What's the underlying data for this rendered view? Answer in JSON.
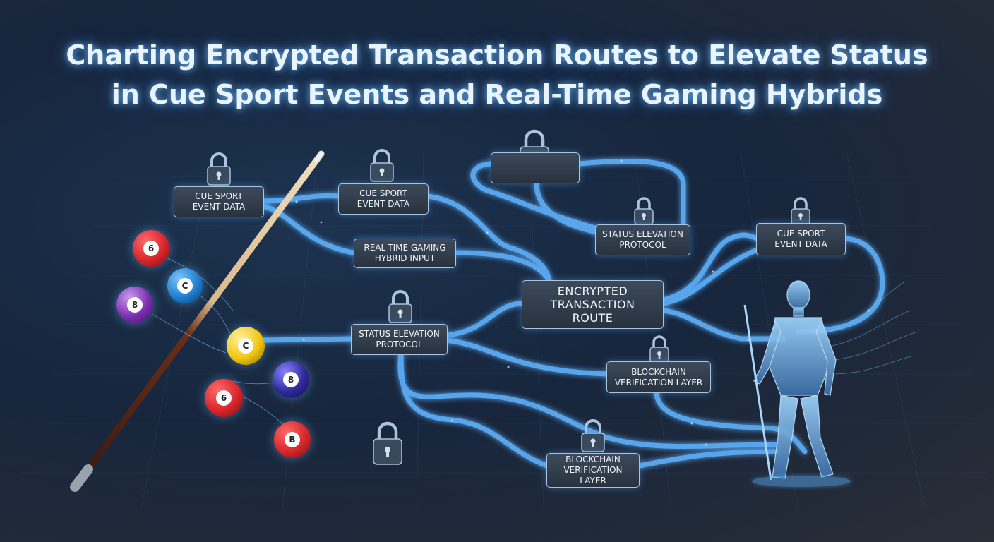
{
  "title": {
    "line1": "Charting Encrypted Transaction Routes to Elevate Status",
    "line2": "in Cue Sport Events and Real-Time Gaming Hybrids"
  },
  "nodes": {
    "cue_sport_event_data_1": "CUE SPORT\nEVENT DATA",
    "cue_sport_event_data_2": "CUE SPORT\nEVENT DATA",
    "cue_sport_event_data_3": "CUE SPORT\nEVENT DATA",
    "real_time_gaming_hybrid_input": "REAL-TIME GAMING\nHYBRID INPUT",
    "status_elevation_protocol_1": "STATUS ELEVATION\nPROTOCOL",
    "status_elevation_protocol_2": "STATUS ELEVATION\nPROTOCOL",
    "encrypted_transaction_route": "ENCRYPTED\nTRANSACTION\nROUTE",
    "blockchain_verification_layer_1": "BLOCKCHAIN\nVERIFICATION LAYER",
    "blockchain_verification_layer_2": "BLOCKCHAIN\nVERIFICATION\nLAYER"
  },
  "balls": [
    {
      "label": "6",
      "color": "#d8262c"
    },
    {
      "label": "C",
      "color": "#1f7fd0"
    },
    {
      "label": "8",
      "color": "#7b2fb0"
    },
    {
      "label": "C",
      "color": "#f2c511"
    },
    {
      "label": "8",
      "color": "#2e2a9a"
    },
    {
      "label": "6",
      "color": "#d8262c"
    },
    {
      "label": "B",
      "color": "#d8262c"
    }
  ],
  "icons": {
    "lock": "padlock-icon",
    "cue": "cue-stick",
    "figure": "holographic-player"
  },
  "colors": {
    "route_glow": "#5fb3ff",
    "background": "#1a2a40",
    "title_glow": "#6ebeff"
  }
}
